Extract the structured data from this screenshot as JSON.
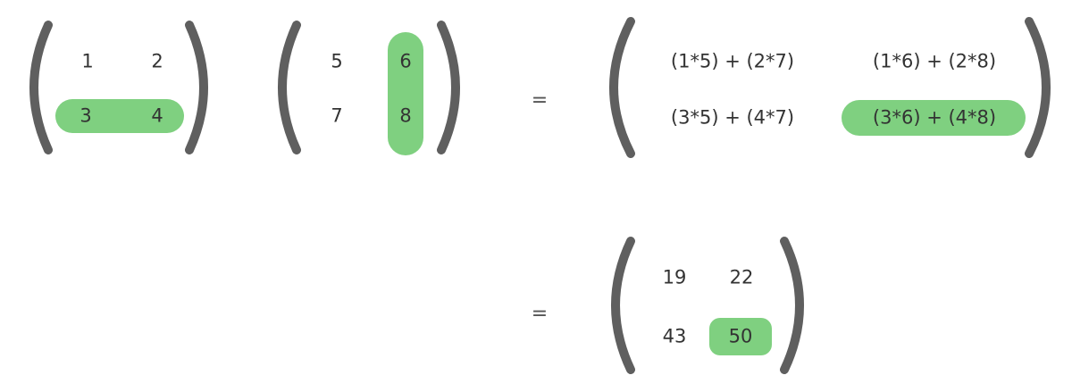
{
  "highlight_color": "#7fd080",
  "bracket_color": "#5f5f5f",
  "matrix_a": {
    "r1c1": "1",
    "r1c2": "2",
    "r2c1": "3",
    "r2c2": "4",
    "highlighted": "row 2"
  },
  "matrix_b": {
    "r1c1": "5",
    "r1c2": "6",
    "r2c1": "7",
    "r2c2": "8",
    "highlighted": "column 2"
  },
  "equals_sign": "=",
  "product_expanded": {
    "r1c1": "(1*5) + (2*7)",
    "r1c2": "(1*6) + (2*8)",
    "r2c1": "(3*5) + (4*7)",
    "r2c2": "(3*6) + (4*8)",
    "highlighted": "row 2, column 2"
  },
  "product_result": {
    "r1c1": "19",
    "r1c2": "22",
    "r2c1": "43",
    "r2c2": "50",
    "highlighted": "row 2, column 2"
  }
}
